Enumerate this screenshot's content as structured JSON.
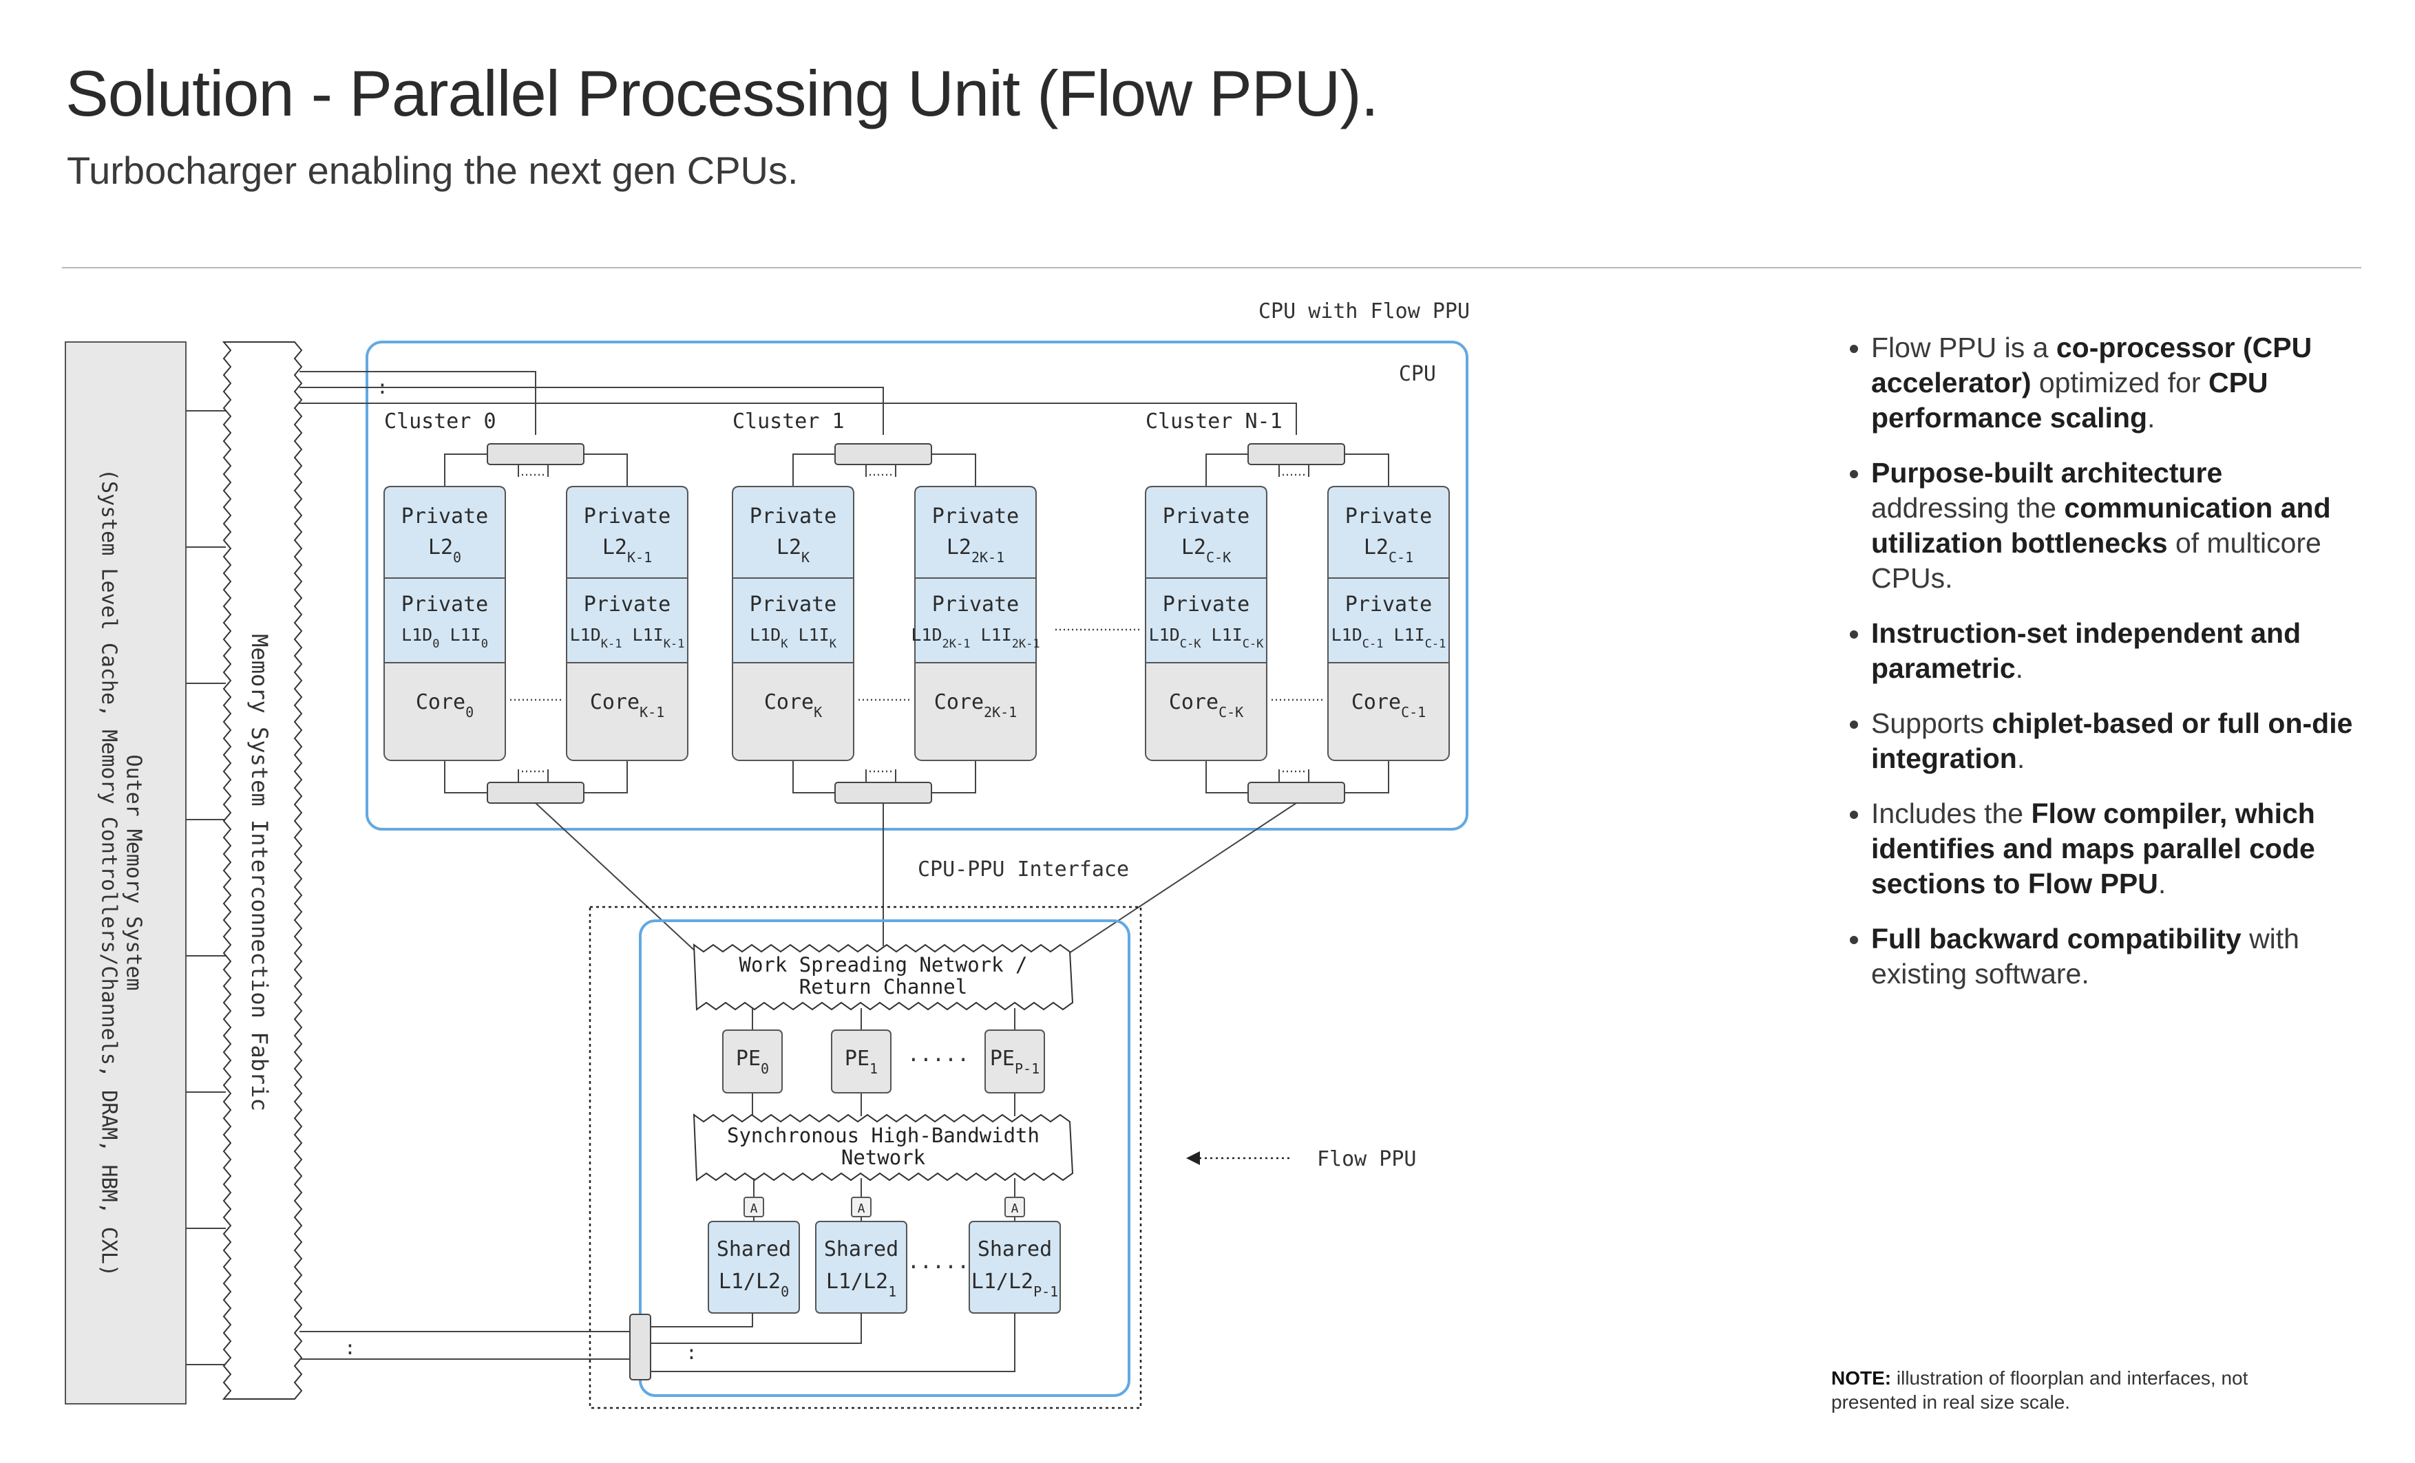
{
  "header": {
    "title": "Solution - Parallel Processing Unit (Flow PPU).",
    "subtitle": "Turbocharger enabling the next gen CPUs."
  },
  "diagram": {
    "outer_memory": {
      "line1": "Outer Memory System",
      "line2": "(System Level Cache, Memory Controllers/Channels, DRAM, HBM, CXL)"
    },
    "fabric_label": "Memory System Interconnection Fabric",
    "cpu_with_ppu_label": "CPU with Flow PPU",
    "cpu_label": "CPU",
    "clusters": [
      {
        "name": "Cluster 0",
        "cores": [
          {
            "l2": "Private",
            "l2n": "L2",
            "l2s": "0",
            "l1": "Private",
            "l1d": "L1D",
            "l1ds": "0",
            "l1i": "L1I",
            "l1is": "0",
            "core": "Core",
            "cs": "0"
          },
          {
            "l2": "Private",
            "l2n": "L2",
            "l2s": "K-1",
            "l1": "Private",
            "l1d": "L1D",
            "l1ds": "K-1",
            "l1i": "L1I",
            "l1is": "K-1",
            "core": "Core",
            "cs": "K-1"
          }
        ]
      },
      {
        "name": "Cluster 1",
        "cores": [
          {
            "l2": "Private",
            "l2n": "L2",
            "l2s": "K",
            "l1": "Private",
            "l1d": "L1D",
            "l1ds": "K",
            "l1i": "L1I",
            "l1is": "K",
            "core": "Core",
            "cs": "K"
          },
          {
            "l2": "Private",
            "l2n": "L2",
            "l2s": "2K-1",
            "l1": "Private",
            "l1d": "L1D",
            "l1ds": "2K-1",
            "l1i": "L1I",
            "l1is": "2K-1",
            "core": "Core",
            "cs": "2K-1"
          }
        ]
      },
      {
        "name": "Cluster N-1",
        "cores": [
          {
            "l2": "Private",
            "l2n": "L2",
            "l2s": "C-K",
            "l1": "Private",
            "l1d": "L1D",
            "l1ds": "C-K",
            "l1i": "L1I",
            "l1is": "C-K",
            "core": "Core",
            "cs": "C-K"
          },
          {
            "l2": "Private",
            "l2n": "L2",
            "l2s": "C-1",
            "l1": "Private",
            "l1d": "L1D",
            "l1ds": "C-1",
            "l1i": "L1I",
            "l1is": "C-1",
            "core": "Core",
            "cs": "C-1"
          }
        ]
      }
    ],
    "interface_label": "CPU-PPU Interface",
    "wsn": {
      "line1": "Work Spreading Network /",
      "line2": "Return Channel"
    },
    "pes": [
      {
        "name": "PE",
        "sub": "0"
      },
      {
        "name": "PE",
        "sub": "1"
      },
      {
        "name": "PE",
        "sub": "P-1"
      }
    ],
    "shbn": {
      "line1": "Synchronous High-Bandwidth",
      "line2": "Network"
    },
    "a_label": "A",
    "shared": [
      {
        "line1": "Shared",
        "name": "L1/L2",
        "sub": "0"
      },
      {
        "line1": "Shared",
        "name": "L1/L2",
        "sub": "1"
      },
      {
        "line1": "Shared",
        "name": "L1/L2",
        "sub": "P-1"
      }
    ],
    "flow_ppu_label": "Flow PPU",
    "colon": ":"
  },
  "bullets": [
    {
      "parts": [
        {
          "t": "Flow PPU is a ",
          "b": false
        },
        {
          "t": "co-processor (CPU accelerator)",
          "b": true
        },
        {
          "t": " optimized for ",
          "b": false
        },
        {
          "t": "CPU performance scaling",
          "b": true
        },
        {
          "t": ".",
          "b": false
        }
      ]
    },
    {
      "parts": [
        {
          "t": "Purpose-built architecture",
          "b": true
        },
        {
          "t": " addressing the ",
          "b": false
        },
        {
          "t": "communication and utilization bottlenecks",
          "b": true
        },
        {
          "t": " of multicore CPUs.",
          "b": false
        }
      ]
    },
    {
      "parts": [
        {
          "t": "Instruction-set independent and parametric",
          "b": true
        },
        {
          "t": ".",
          "b": false
        }
      ]
    },
    {
      "parts": [
        {
          "t": "Supports ",
          "b": false
        },
        {
          "t": "chiplet-based or full on-die integration",
          "b": true
        },
        {
          "t": ".",
          "b": false
        }
      ]
    },
    {
      "parts": [
        {
          "t": "Includes the ",
          "b": false
        },
        {
          "t": "Flow compiler, which identifies and maps parallel code sections to Flow PPU",
          "b": true
        },
        {
          "t": ".",
          "b": false
        }
      ]
    },
    {
      "parts": [
        {
          "t": "Full backward compatibility",
          "b": true
        },
        {
          "t": " with existing software.",
          "b": false
        }
      ]
    }
  ],
  "note": {
    "label": "NOTE:",
    "text": " illustration of floorplan and interfaces, not presented in real size scale."
  },
  "colors": {
    "accent_blue": "#62a9e2",
    "cell_blue": "#d4e6f4",
    "cell_gray": "#e6e6e6",
    "text": "#2b2b2b"
  }
}
